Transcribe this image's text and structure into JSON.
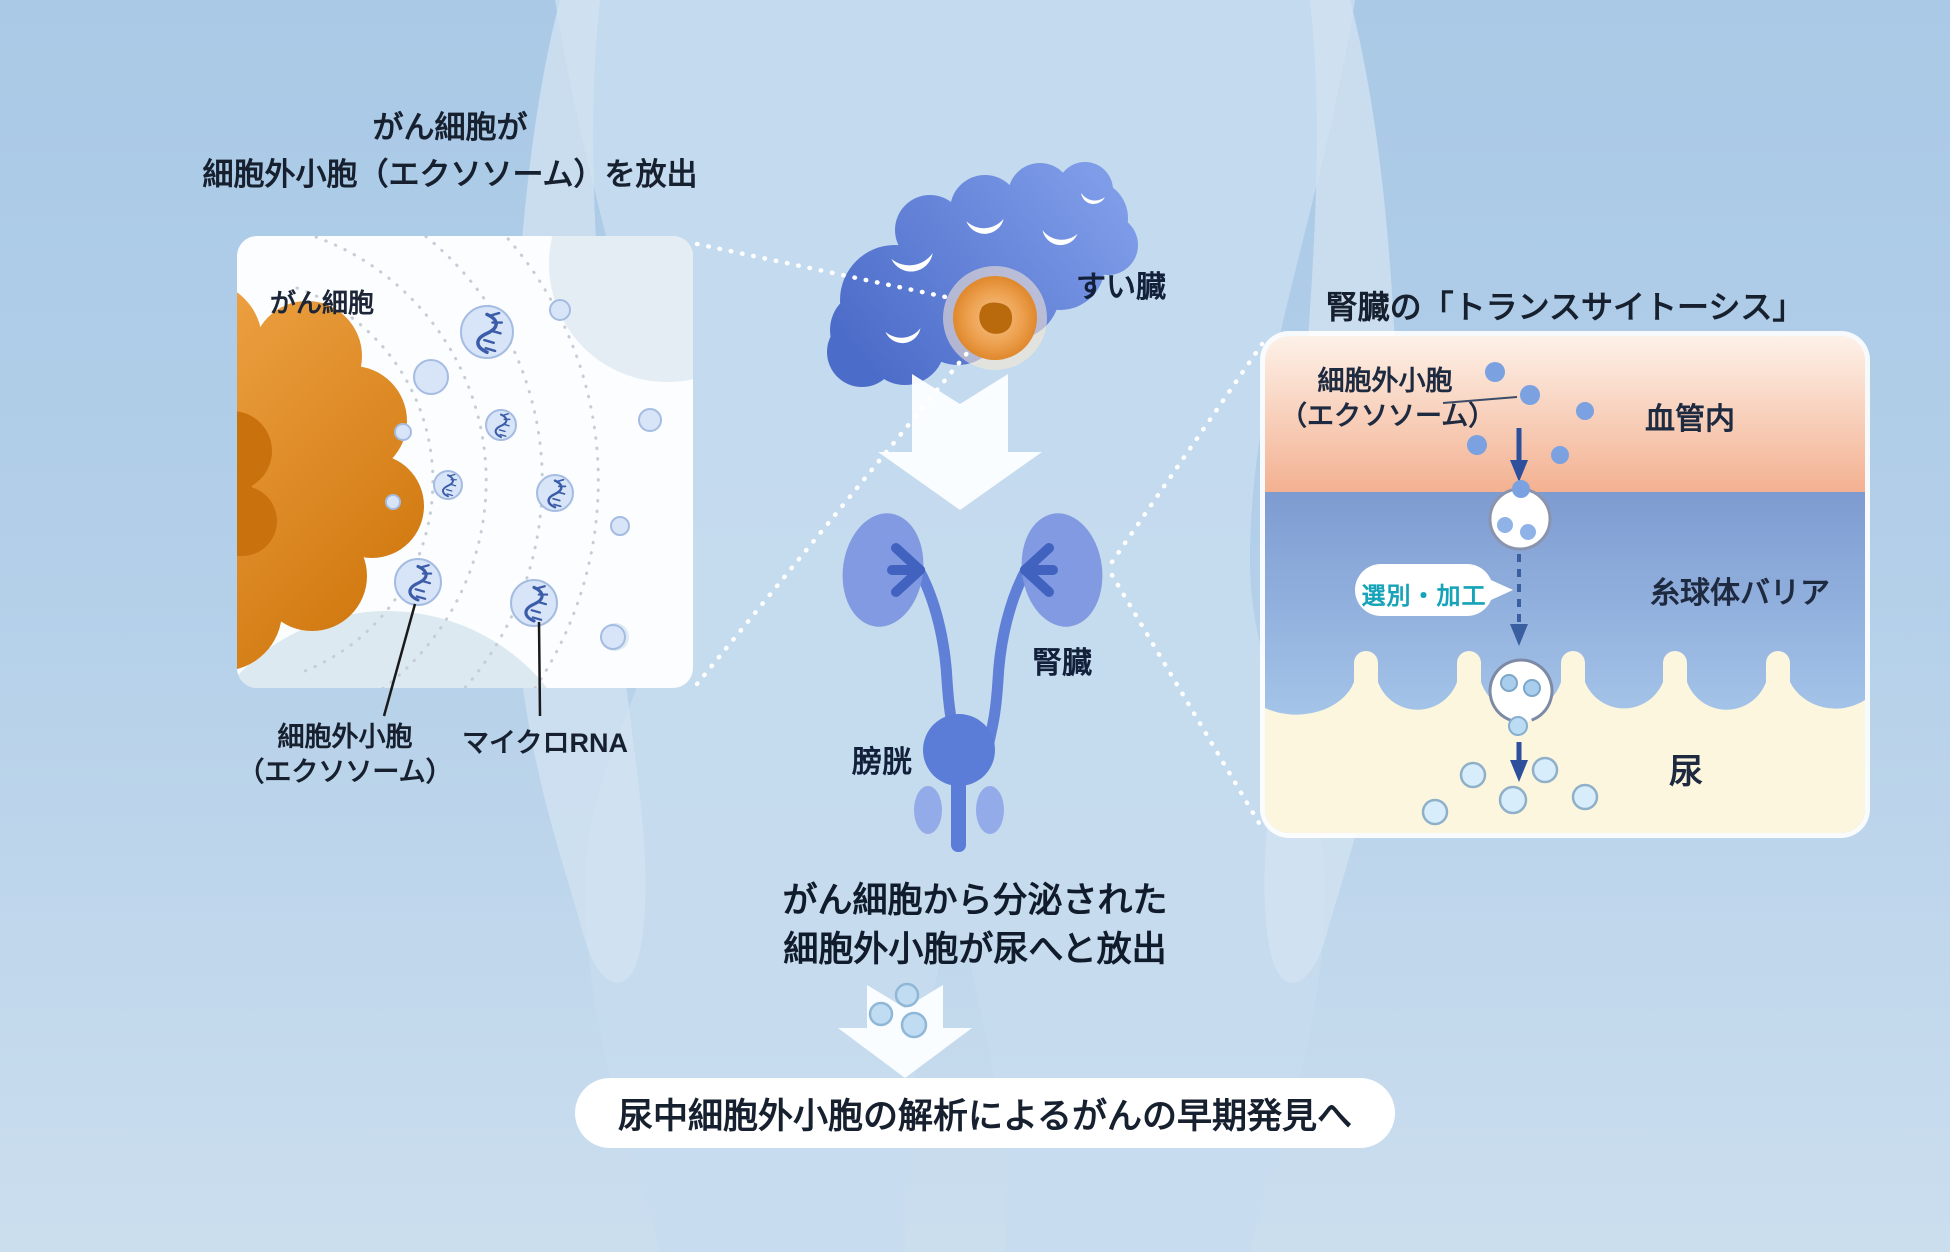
{
  "colors": {
    "background_top": "#a9c9e6",
    "background_bottom": "#cbdeee",
    "cancer_orange": "#e08a2e",
    "organ_blue": "#5d7fd8",
    "vesicle_blue": "#d8e5f8",
    "process_teal": "#14a3b8",
    "blood_zone_peach": "#f4b494",
    "urine_zone_cream": "#fcf6de",
    "banner_bg": "#ffffff"
  },
  "left_figure": {
    "title_line1": "がん細胞が",
    "title_line2": "細胞外小胞（エクソソーム）を放出",
    "cell_label": "がん細胞",
    "vesicle_label_line1": "細胞外小胞",
    "vesicle_label_line2": "（エクソソーム）",
    "microrna_label": "マイクロRNA"
  },
  "center_figure": {
    "pancreas_label": "すい臓",
    "kidney_label": "腎臓",
    "bladder_label": "膀胱",
    "caption_line1": "がん細胞から分泌された",
    "caption_line2": "細胞外小胞が尿へと放出"
  },
  "right_figure": {
    "title": "腎臓の「トランスサイトーシス」",
    "vesicle_label_line1": "細胞外小胞",
    "vesicle_label_line2": "（エクソソーム）",
    "zone_blood_label": "血管内",
    "process_label": "選別・加工",
    "zone_barrier_label": "糸球体バリア",
    "zone_urine_label": "尿"
  },
  "banner": {
    "text": "尿中細胞外小胞の解析によるがんの早期発見へ"
  }
}
